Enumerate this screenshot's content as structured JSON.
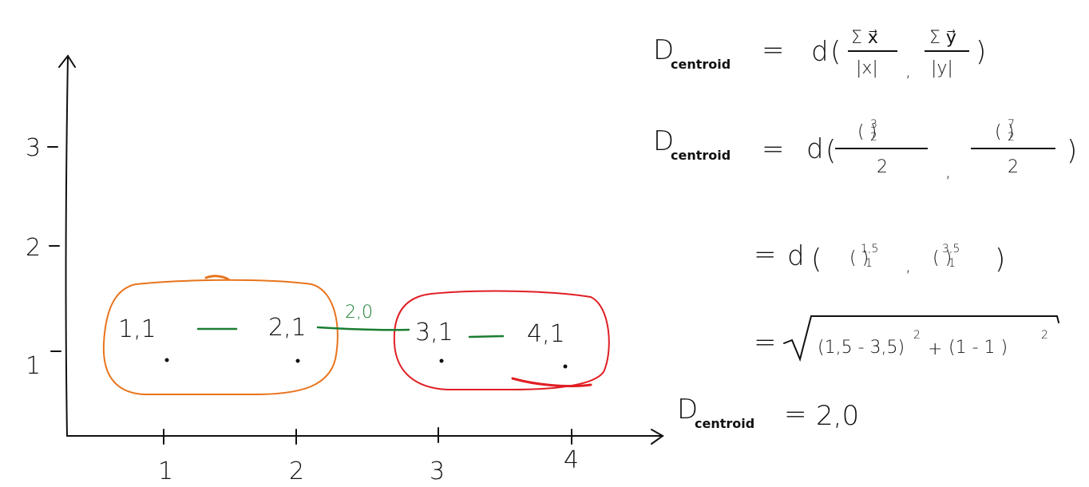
{
  "colors": {
    "ink": "#111111",
    "cluster_a": "#e8741c",
    "cluster_b": "#e01e24",
    "link": "#1a7d32"
  },
  "axes": {
    "x_ticks": [
      "1",
      "2",
      "3",
      "4"
    ],
    "y_ticks": [
      "3",
      "2",
      "1"
    ]
  },
  "points": [
    {
      "label": "1,1",
      "x": 1,
      "y": 1,
      "cluster": "a"
    },
    {
      "label": "2,1",
      "x": 2,
      "y": 1,
      "cluster": "a"
    },
    {
      "label": "3,1",
      "x": 3,
      "y": 1,
      "cluster": "b"
    },
    {
      "label": "4,1",
      "x": 4,
      "y": 1,
      "cluster": "b"
    }
  ],
  "link_label": "2,0",
  "equations": {
    "line1": {
      "lhs": "D",
      "sub": "centroid",
      "eq": "=",
      "fn": "d",
      "num_a": "Σ x⃗",
      "den_a": "|x|",
      "sep": ",",
      "num_b": "Σ y⃗",
      "den_b": "|y|"
    },
    "line2": {
      "lhs": "D",
      "sub": "centroid",
      "eq": "=",
      "fn": "d",
      "vec_a_top": "3",
      "vec_a_bot": "2",
      "den_a": "2",
      "sep": ",",
      "vec_b_top": "7",
      "vec_b_bot": "2",
      "den_b": "2"
    },
    "line3": {
      "eq": "=",
      "fn": "d",
      "vec_a_top": "1,5",
      "vec_a_bot": "1",
      "sep": ",",
      "vec_b_top": "3,5",
      "vec_b_bot": "1"
    },
    "line4": {
      "eq": "=",
      "radicand_a": "(1,5 - 3,5)",
      "exp_a": "2",
      "plus": "+",
      "radicand_b": "(1 - 1  )",
      "exp_b": "2"
    },
    "line5": {
      "lhs": "D",
      "sub": "centroid",
      "eq": "=",
      "result": "2,0"
    }
  }
}
